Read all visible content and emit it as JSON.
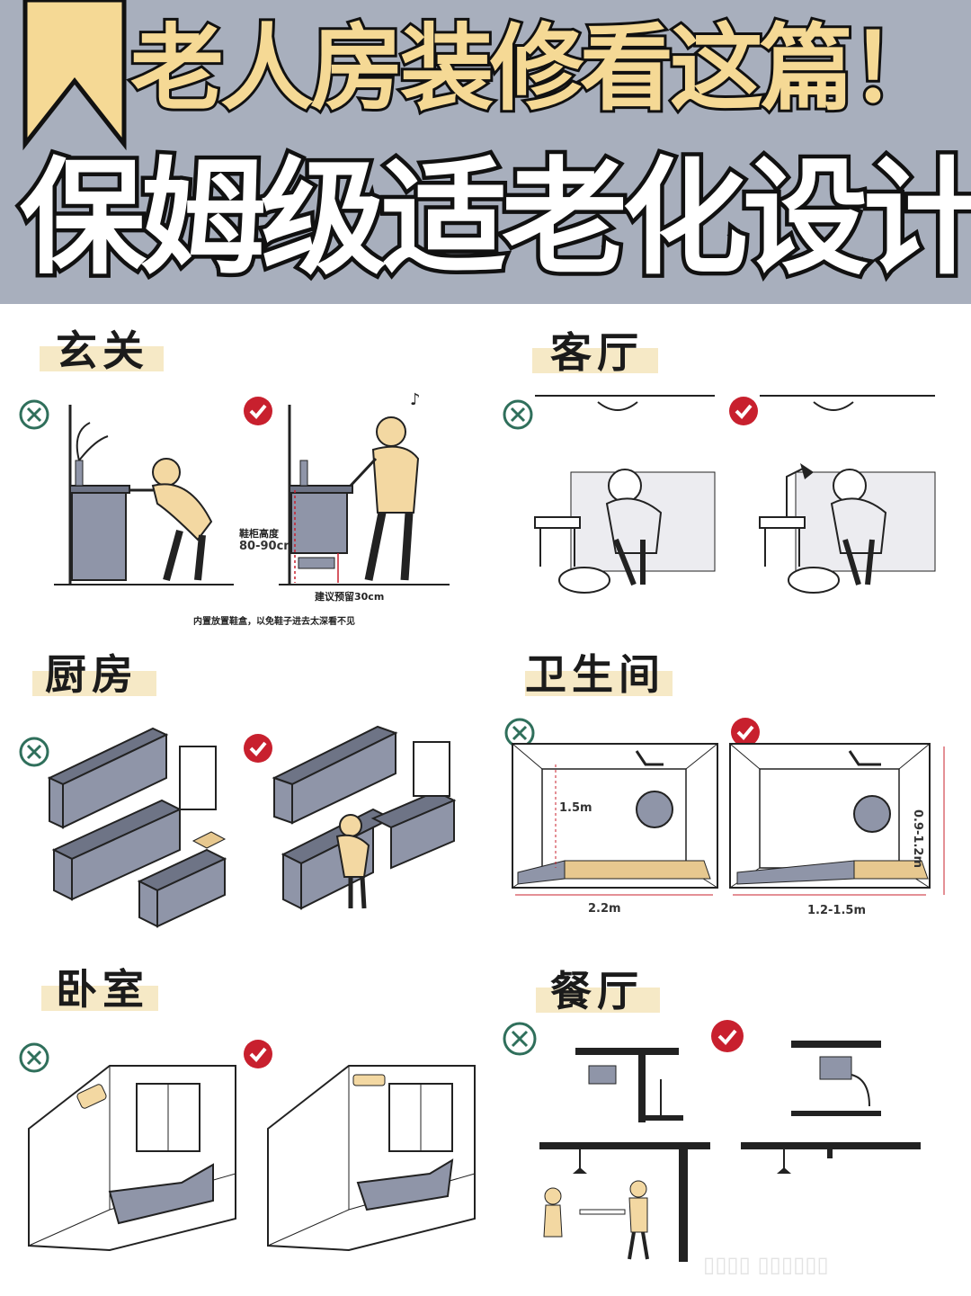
{
  "header": {
    "title_line1": "老人房装修看这篇！",
    "title_line2": "保姆级适老化设计"
  },
  "sections": {
    "entrance": {
      "label": "玄关",
      "cabinet_height": "鞋柜高度",
      "cabinet_height_value": "80-90cm",
      "reserve_note": "建议预留30cm",
      "caption": "内置放置鞋盒，以免鞋子进去太深看不见"
    },
    "living": {
      "label": "客厅"
    },
    "kitchen": {
      "label": "厨房"
    },
    "bathroom": {
      "label": "卫生间",
      "height_left": "1.5m",
      "width_left": "2.2m",
      "width_right": "1.2-1.5m",
      "height_right": "0.9-1.2m"
    },
    "bedroom": {
      "label": "卧室"
    },
    "dining": {
      "label": "餐厅"
    }
  },
  "icons": {
    "wrong": "cross-circle-icon",
    "right": "check-circle-icon"
  },
  "colors": {
    "header_bg": "#a8afbd",
    "title_yellow": "#f5d995",
    "label_highlight": "#f6e9c6",
    "check_red": "#c8202e",
    "cross_green": "#2f6f5b",
    "furniture_gray": "#8f95a8",
    "figure_yellow": "#f3d8a2"
  }
}
